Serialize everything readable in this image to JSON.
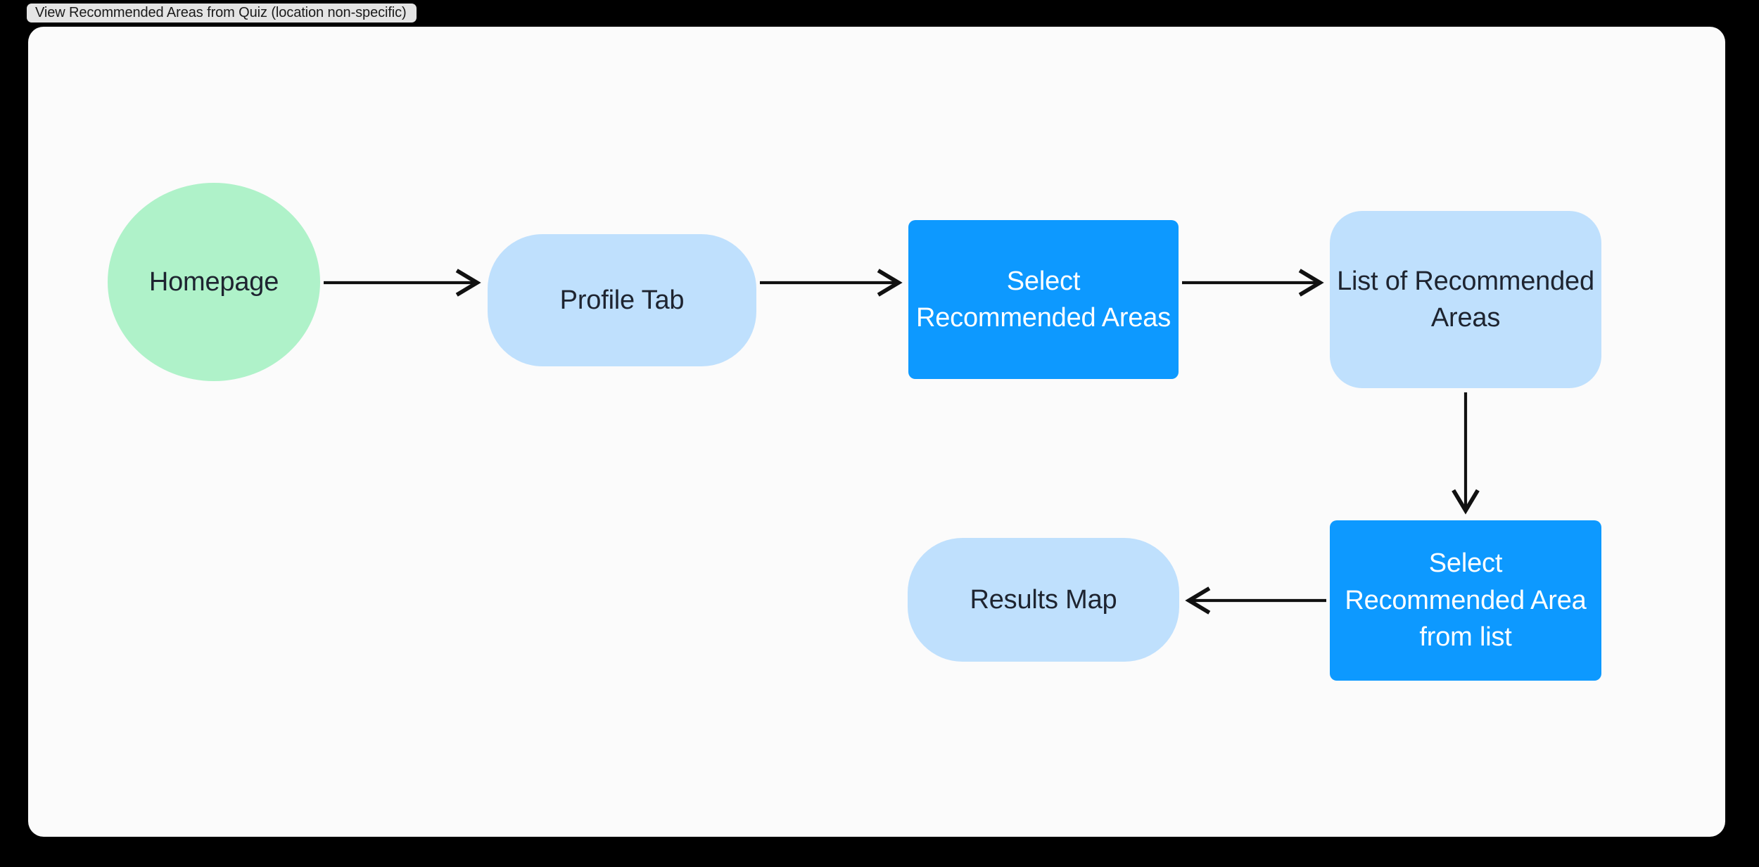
{
  "window": {
    "background_color": "#000000",
    "canvas_color": "#fbfbfb"
  },
  "tab": {
    "label": "View Recommended Areas from Quiz (location non-specific)",
    "background_color": "#e4e4e4",
    "text_color": "#1a1a1a"
  },
  "palette": {
    "start_green": "#aff2c9",
    "screen_light_blue": "#bfe0fd",
    "action_blue": "#0d99ff",
    "edge_black": "#111111",
    "label_dark": "#1e2430",
    "label_white": "#ffffff"
  },
  "diagram": {
    "type": "flowchart",
    "direction": "left-to-right, wrapping down",
    "nodes": [
      {
        "id": "homepage",
        "label": "Homepage",
        "shape": "ellipse",
        "fill": "#aff2c9",
        "text_color": "#1e2430",
        "role": "start-screen"
      },
      {
        "id": "profile-tab",
        "label": "Profile Tab",
        "shape": "pill",
        "fill": "#bfe0fd",
        "text_color": "#1e2430",
        "role": "screen"
      },
      {
        "id": "select-recommended-areas",
        "label": "Select Recommended Areas",
        "shape": "rect",
        "fill": "#0d99ff",
        "text_color": "#ffffff",
        "role": "action"
      },
      {
        "id": "list-of-recommended-areas",
        "label": "List of Recommended Areas",
        "shape": "rounded",
        "fill": "#bfe0fd",
        "text_color": "#1e2430",
        "role": "screen"
      },
      {
        "id": "select-recommended-area-from-list",
        "label": "Select Recommended Area from list",
        "shape": "rect",
        "fill": "#0d99ff",
        "text_color": "#ffffff",
        "role": "action"
      },
      {
        "id": "results-map",
        "label": "Results Map",
        "shape": "pill",
        "fill": "#bfe0fd",
        "text_color": "#1e2430",
        "role": "screen"
      }
    ],
    "edges": [
      {
        "id": "e1",
        "from": "homepage",
        "to": "profile-tab",
        "direction": "right"
      },
      {
        "id": "e2",
        "from": "profile-tab",
        "to": "select-recommended-areas",
        "direction": "right"
      },
      {
        "id": "e3",
        "from": "select-recommended-areas",
        "to": "list-of-recommended-areas",
        "direction": "right"
      },
      {
        "id": "e4",
        "from": "list-of-recommended-areas",
        "to": "select-recommended-area-from-list",
        "direction": "down"
      },
      {
        "id": "e5",
        "from": "select-recommended-area-from-list",
        "to": "results-map",
        "direction": "left"
      }
    ]
  }
}
